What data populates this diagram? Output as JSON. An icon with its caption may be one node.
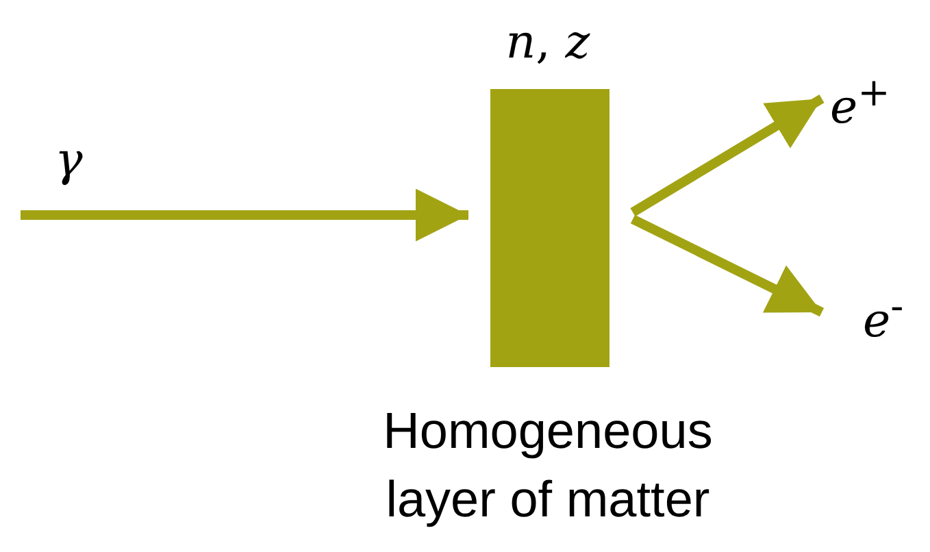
{
  "diagram": {
    "nodes": [
      {
        "text": [
          "*n*, *z*"
        ],
        "beside": [
          "Homogeneous layer of matter"
        ]
      },
      {
        "text": [
          "*e*$^{+}$"
        ]
      },
      {
        "text": [
          "*e*$^{-}$"
        ]
      }
    ],
    "edges": [
      {
        "from": null,
        "to": 0,
        "arrow": "to",
        "label": "γ"
      },
      {
        "from": 0,
        "to": 1,
        "arrow": "to"
      },
      {
        "from": 0,
        "to": 2,
        "arrow": "to"
      }
    ]
  }
}
